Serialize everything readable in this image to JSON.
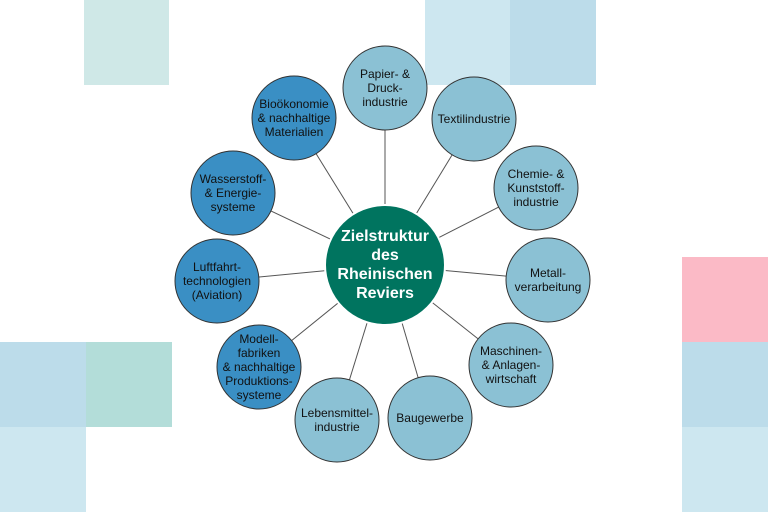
{
  "diagram": {
    "center": {
      "label": "Zielstruktur\ndes\nRheinischen\nReviers",
      "color": "#00745f",
      "border": "#ffffff"
    },
    "colors": {
      "dark_node": "#3a8fc4",
      "light_node": "#8bc1d4",
      "node_border": "#333333",
      "line": "#555555"
    },
    "nodes": [
      {
        "id": "papier",
        "label": "Papier- &\nDruck-\nindustrie",
        "tone": "light"
      },
      {
        "id": "textil",
        "label": "Textilindustrie",
        "tone": "light"
      },
      {
        "id": "chemie",
        "label": "Chemie- &\nKunststoff-\nindustrie",
        "tone": "light"
      },
      {
        "id": "metall",
        "label": "Metall-\nverarbeitung",
        "tone": "light"
      },
      {
        "id": "maschinen",
        "label": "Maschinen-\n& Anlagen-\nwirtschaft",
        "tone": "light"
      },
      {
        "id": "baugewerbe",
        "label": "Baugewerbe",
        "tone": "light"
      },
      {
        "id": "lebensmittel",
        "label": "Lebensmittel-\nindustrie",
        "tone": "light"
      },
      {
        "id": "modellfabriken",
        "label": "Modell-\nfabriken\n& nachhaltige\nProduktions-\nsysteme",
        "tone": "dark"
      },
      {
        "id": "luftfahrt",
        "label": "Luftfahrt-\ntechnologien\n(Aviation)",
        "tone": "dark"
      },
      {
        "id": "wasserstoff",
        "label": "Wasserstoff-\n&  Energie-\nsysteme",
        "tone": "dark"
      },
      {
        "id": "biooekonomie",
        "label": "Bioökonomie\n& nachhaltige\nMaterialien",
        "tone": "dark"
      }
    ]
  },
  "decor": {
    "colors": [
      "#cfe8e7",
      "#cde7f0",
      "#bcdcea",
      "#fbbac6",
      "#bcdcea",
      "#cde7f0",
      "#bcdcea",
      "#b3ddd9",
      "#cde7f0"
    ]
  }
}
